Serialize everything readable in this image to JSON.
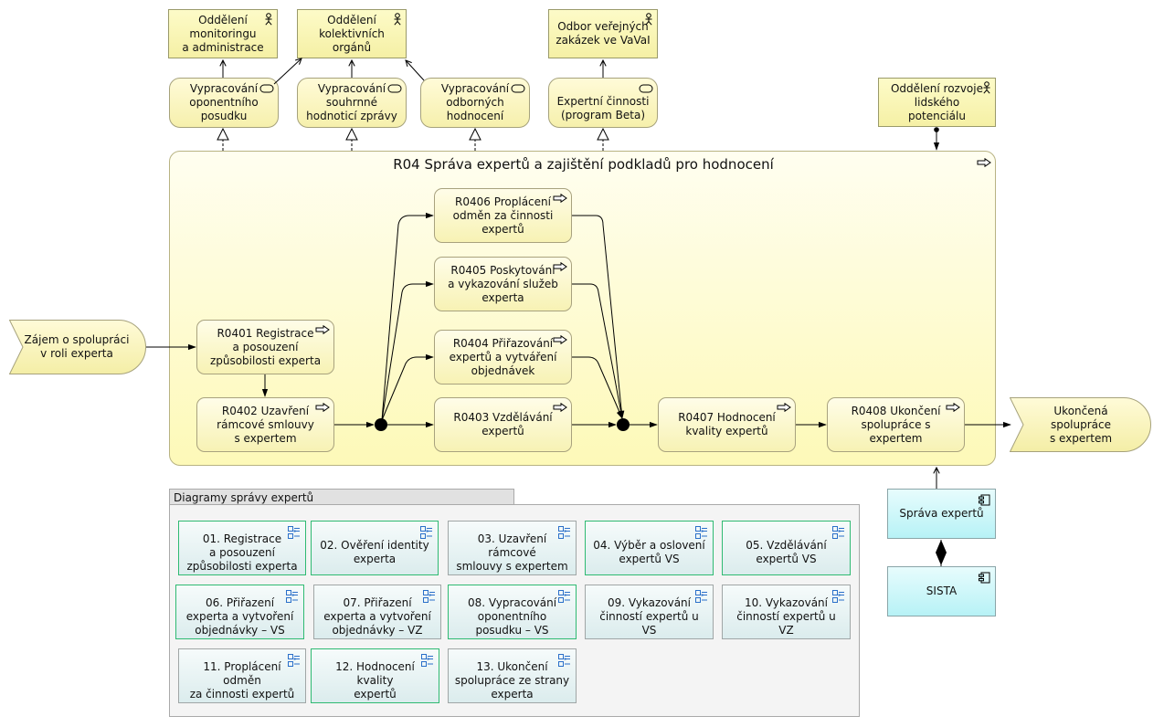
{
  "actors": [
    {
      "id": "act-monitoring",
      "label": "Oddělení\nmonitoringu\na administrace",
      "icon": "actor-icon"
    },
    {
      "id": "act-kolektivni",
      "label": "Oddělení\nkolektivních\norgánů",
      "icon": "actor-icon"
    },
    {
      "id": "act-zakazky",
      "label": "Odbor veřejných\nzakázek ve VaVaI",
      "icon": "actor-icon"
    },
    {
      "id": "act-rozvoj",
      "label": "Oddělení rozvoje\nlidského potenciálu",
      "icon": "actor-icon"
    }
  ],
  "services": [
    {
      "id": "svc-oponentni",
      "label": "Vypracování\noponentního\nposudku",
      "icon": "business-service-icon"
    },
    {
      "id": "svc-souhrnne",
      "label": "Vypracování\nsouhrnné\nhodnoticí zprávy",
      "icon": "business-service-icon"
    },
    {
      "id": "svc-odborne",
      "label": "Vypracování\nodborných\nhodnocení",
      "icon": "business-service-icon"
    },
    {
      "id": "svc-expertni",
      "label": "Expertní činnosti\n(program Beta)",
      "icon": "business-service-icon"
    }
  ],
  "container": {
    "title": "R04 Správa expertů a zajištění podkladů pro hodnocení",
    "icon": "business-process-icon"
  },
  "processes": [
    {
      "id": "p0401",
      "label": "R0401 Registrace\na posouzení\nzpůsobilosti experta"
    },
    {
      "id": "p0402",
      "label": "R0402 Uzavření\nrámcové smlouvy\ns expertem"
    },
    {
      "id": "p0406",
      "label": "R0406 Proplácení\nodměn za činnosti\nexpertů"
    },
    {
      "id": "p0405",
      "label": "R0405 Poskytování\na vykazování služeb\nexperta"
    },
    {
      "id": "p0404",
      "label": "R0404 Přiřazování\nexpertů a vytváření\nobjednávek"
    },
    {
      "id": "p0403",
      "label": "R0403 Vzdělávání\nexpertů"
    },
    {
      "id": "p0407",
      "label": "R0407 Hodnocení\nkvality expertů"
    },
    {
      "id": "p0408",
      "label": "R0408 Ukončení\nspolupráce s expertem"
    }
  ],
  "events": [
    {
      "id": "ev-start",
      "label": "Zájem o spolupráci\nv roli experta"
    },
    {
      "id": "ev-end",
      "label": "Ukončená spolupráce\ns expertem"
    }
  ],
  "app_components": [
    {
      "id": "app-sprava",
      "label": "Správa expertů",
      "icon": "application-component-icon"
    },
    {
      "id": "app-sista",
      "label": "SISTA",
      "icon": "application-component-icon"
    }
  ],
  "group": {
    "title": "Diagramy správy expertů",
    "refs": [
      {
        "label": "01. Registrace\na posouzení\nzpůsobilosti experta",
        "highlight": true
      },
      {
        "label": "02. Ověření identity\nexperta",
        "highlight": true
      },
      {
        "label": "03. Uzavření rámcové\nsmlouvy s expertem",
        "highlight": false
      },
      {
        "label": "04. Výběr a oslovení\nexpertů VS",
        "highlight": true
      },
      {
        "label": "05. Vzdělávání\nexpertů VS",
        "highlight": true
      },
      {
        "label": "06. Přiřazení\nexperta a vytvoření\nobjednávky – VS",
        "highlight": true
      },
      {
        "label": "07. Přiřazení\nexperta a vytvoření\nobjednávky – VZ",
        "highlight": false
      },
      {
        "label": "08. Vypracování\noponentního\nposudku – VS",
        "highlight": true
      },
      {
        "label": "09. Vykazování\nčinností expertů u VS",
        "highlight": false
      },
      {
        "label": "10. Vykazování\nčinností expertů u VZ",
        "highlight": false
      },
      {
        "label": "11. Proplácení odměn\nza činnosti expertů",
        "highlight": false
      },
      {
        "label": "12. Hodnocení kvality\nexpertů",
        "highlight": true
      },
      {
        "label": "13. Ukončení\nspolupráce ze strany\nexperta",
        "highlight": false
      }
    ]
  },
  "colors": {
    "business": "#f7f2b0",
    "application": "#c4f4f7",
    "highlight_border": "#2fba72",
    "line": "#000000"
  }
}
